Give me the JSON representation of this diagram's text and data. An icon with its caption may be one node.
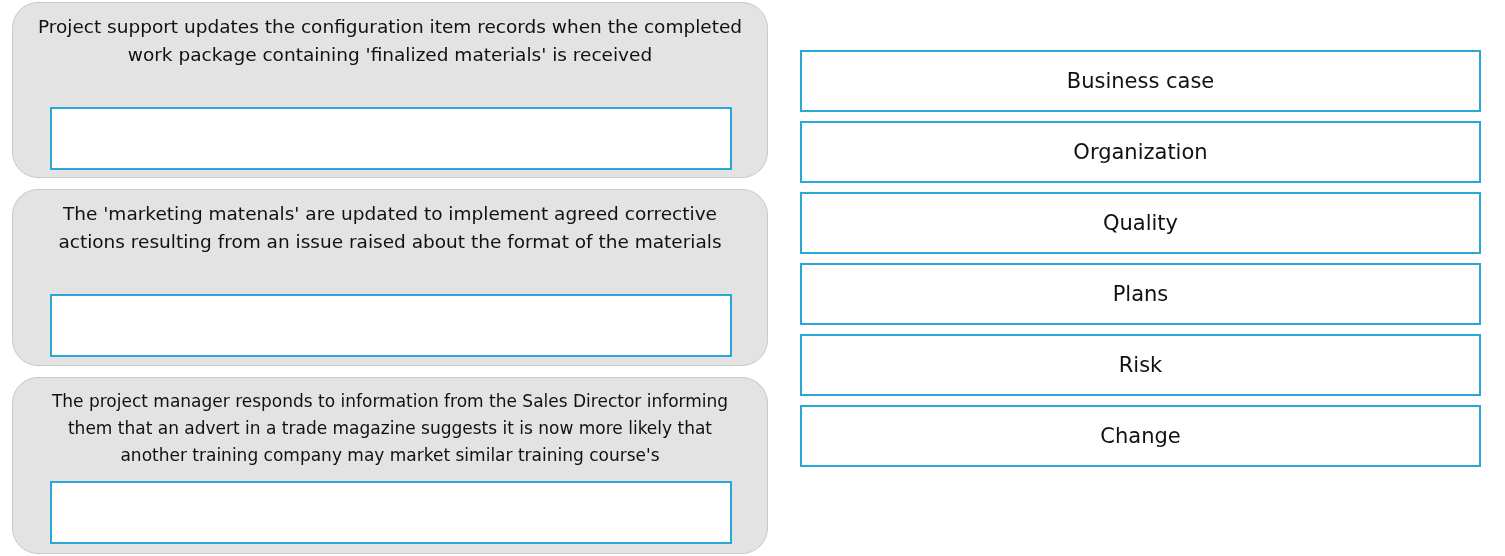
{
  "diagram": {
    "nodes": [
      {
        "text": [
          "Project support updates the configuration item records when the completed work package containing 'finalized materials' is received"
        ]
      },
      {
        "text": [],
        "shape": "box",
        "in": 0
      },
      {
        "text": [
          "The 'marketing matenals' are updated to implement agreed corrective actions resulting from an issue raised about the format of the materials"
        ]
      },
      {
        "text": [],
        "shape": "box",
        "in": 2
      },
      {
        "text": [
          "The project manager responds to information from the Sales Director informing them that an advert in a trade magazine suggests it is now more likely that another training company may market similar training course's"
        ]
      },
      {
        "text": [],
        "shape": "box",
        "in": 4
      },
      {
        "text": [
          "Business case"
        ]
      },
      {
        "text": [
          "Organization"
        ]
      },
      {
        "text": [
          "Quality"
        ]
      },
      {
        "text": [
          "Plans"
        ]
      },
      {
        "text": [
          "Risk"
        ]
      },
      {
        "text": [
          "Change"
        ]
      }
    ]
  }
}
